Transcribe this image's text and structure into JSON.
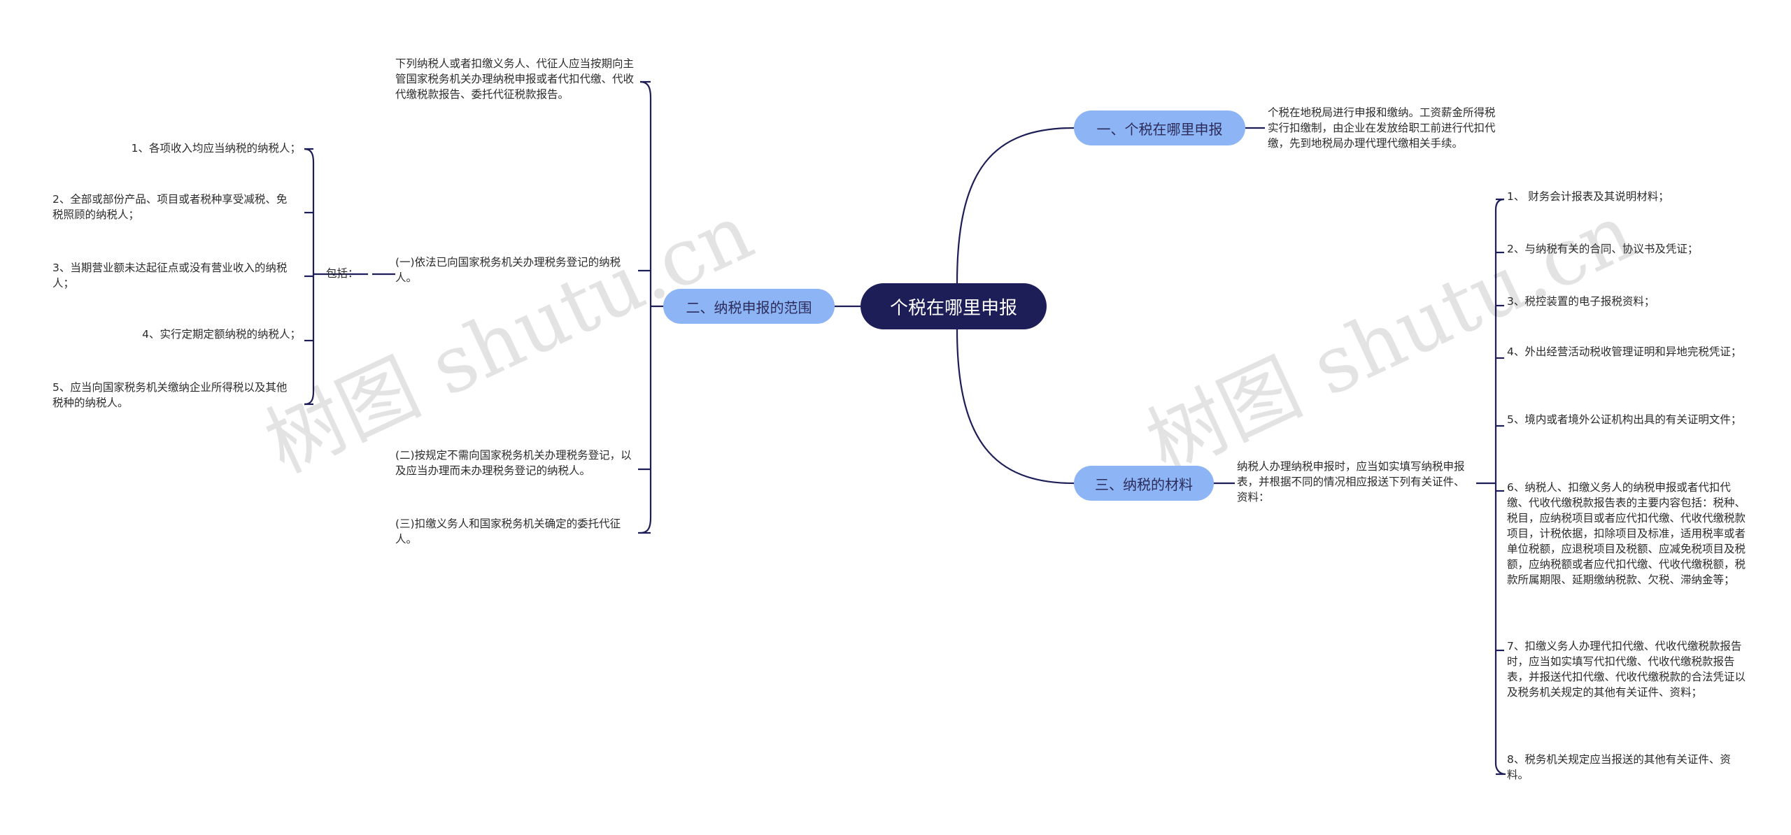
{
  "root": "个税在哪里申报",
  "branch1": {
    "label": "一、个税在哪里申报",
    "text": "个税在地税局进行申报和缴纳。工资薪金所得税实行扣缴制，由企业在发放给职工前进行代扣代缴，先到地税局办理代理代缴相关手续。"
  },
  "branch2": {
    "label": "二、纳税申报的范围",
    "intro": "下列纳税人或者扣缴义务人、代征人应当按期向主管国家税务机关办理纳税申报或者代扣代缴、代收代缴税款报告、委托代征税款报告。",
    "item1": "(一)依法已向国家税务机关办理税务登记的纳税人。",
    "includes_label": "包括：",
    "includes": [
      "1、各项收入均应当纳税的纳税人；",
      "2、全部或部份产品、项目或者税种享受减税、免税照顾的纳税人；",
      "3、当期营业额未达起征点或没有营业收入的纳税人；",
      "4、实行定期定额纳税的纳税人；",
      "5、应当向国家税务机关缴纳企业所得税以及其他税种的纳税人。"
    ],
    "item2": "(二)按规定不需向国家税务机关办理税务登记，以及应当办理而未办理税务登记的纳税人。",
    "item3": "(三)扣缴义务人和国家税务机关确定的委托代征人。"
  },
  "branch3": {
    "label": "三、纳税的材料",
    "text": "纳税人办理纳税申报时，应当如实填写纳税申报表，并根据不同的情况相应报送下列有关证件、资料：",
    "items": [
      "1、 财务会计报表及其说明材料；",
      "2、与纳税有关的合同、协议书及凭证；",
      "3、税控装置的电子报税资料；",
      "4、外出经营活动税收管理证明和异地完税凭证；",
      "5、境内或者境外公证机构出具的有关证明文件；",
      "6、纳税人、扣缴义务人的纳税申报或者代扣代缴、代收代缴税款报告表的主要内容包括：税种、税目，应纳税项目或者应代扣代缴、代收代缴税款项目，计税依据，扣除项目及标准，适用税率或者单位税额，应退税项目及税额、应减免税项目及税额，应纳税额或者应代扣代缴、代收代缴税额，税款所属期限、延期缴纳税款、欠税、滞纳金等；",
      "7、扣缴义务人办理代扣代缴、代收代缴税款报告时，应当如实填写代扣代缴、代收代缴税款报告表，并报送代扣代缴、代收代缴税款的合法凭证以及税务机关规定的其他有关证件、资料；",
      "8、税务机关规定应当报送的其他有关证件、资料。"
    ]
  },
  "watermark": "树图 shutu.cn",
  "colors": {
    "root_bg": "#1d1d57",
    "topic_bg": "#8db4f5",
    "line": "#1d1d57"
  }
}
